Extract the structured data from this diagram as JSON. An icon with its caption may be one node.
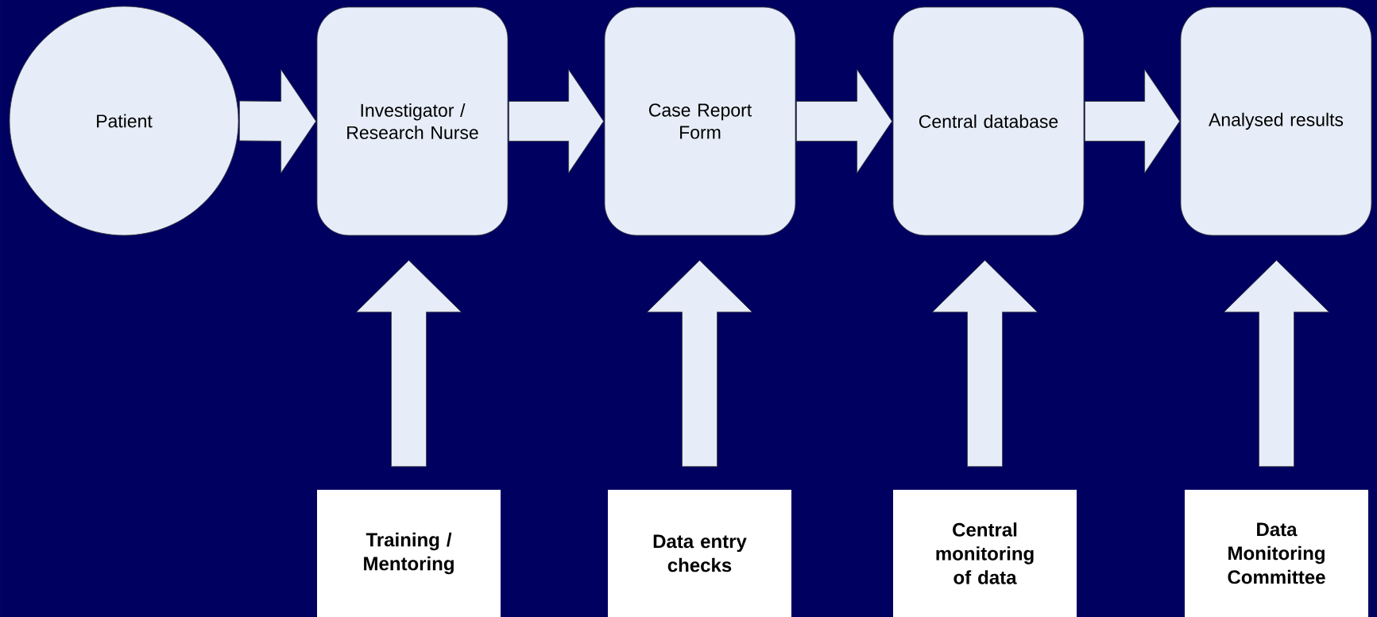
{
  "diagram": {
    "nodes": [
      {
        "text": [
          "Patient"
        ]
      },
      {
        "text": [
          "Investigator / Research Nurse"
        ]
      },
      {
        "text": [
          "Case Report Form"
        ]
      },
      {
        "text": [
          "Central database"
        ]
      },
      {
        "text": [
          "Analysed results"
        ]
      },
      {
        "text": [
          "Training / Mentoring"
        ]
      },
      {
        "text": [
          "Data entry checks"
        ]
      },
      {
        "text": [
          "Central monitoring of data"
        ]
      },
      {
        "text": [
          "Data Monitoring Committee"
        ]
      }
    ],
    "edges": [
      {
        "from": 0,
        "to": 1,
        "arrow": "to"
      },
      {
        "from": 1,
        "to": 2,
        "arrow": "to"
      },
      {
        "from": 2,
        "to": 3,
        "arrow": "to"
      },
      {
        "from": 3,
        "to": 4,
        "arrow": "to"
      },
      {
        "from": 5,
        "to": 1,
        "arrow": "to"
      },
      {
        "from": 6,
        "to": 2,
        "arrow": "to"
      },
      {
        "from": 7,
        "to": 3,
        "arrow": "to"
      },
      {
        "from": 8,
        "to": 4,
        "arrow": "to"
      }
    ]
  }
}
